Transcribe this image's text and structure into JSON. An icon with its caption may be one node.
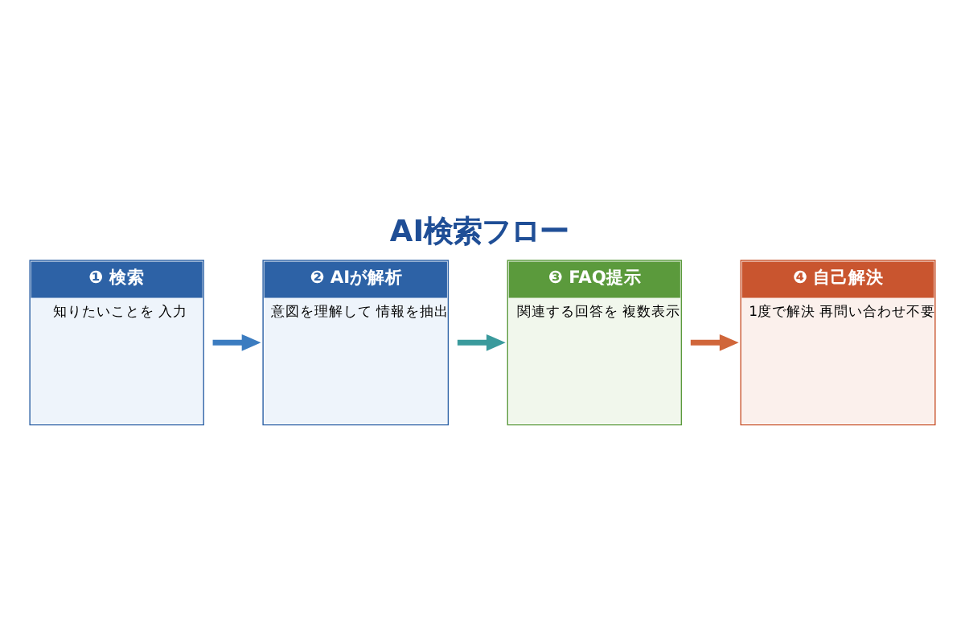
{
  "diagram": {
    "title": "AI検索フロー",
    "nodes": [
      {
        "text": [
          "❶ 検索",
          "知りたいことを 入力"
        ]
      },
      {
        "text": [
          "❷ AIが解析",
          "意図を理解して 情報を抽出"
        ]
      },
      {
        "text": [
          "❸ FAQ提示",
          "関連する回答を 複数表示"
        ]
      },
      {
        "text": [
          "❹ 自己解決",
          "1度で解決 再問い合わせ不要"
        ]
      }
    ],
    "edges": [
      {
        "from": 0,
        "to": 1,
        "arrow": "to",
        "color": "#3b7cc0"
      },
      {
        "from": 1,
        "to": 2,
        "arrow": "to",
        "color": "#3a9a9c"
      },
      {
        "from": 2,
        "to": 3,
        "arrow": "to",
        "color": "#d0663a"
      }
    ]
  }
}
